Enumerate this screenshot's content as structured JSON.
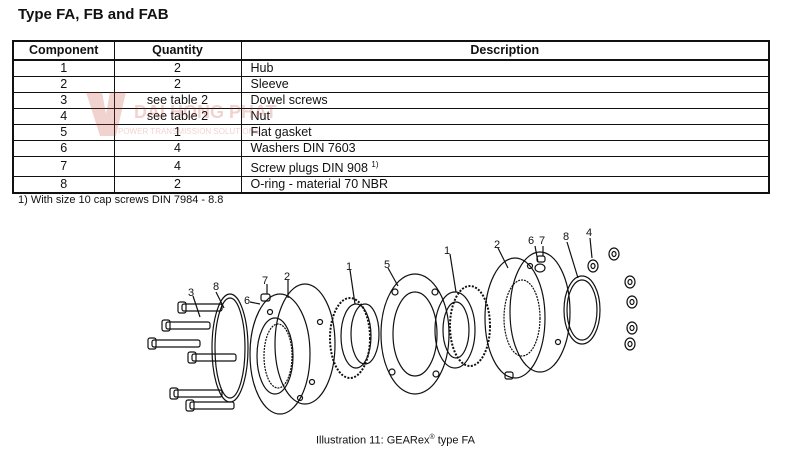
{
  "heading": "Type FA, FB and FAB",
  "table": {
    "headers": {
      "component": "Component",
      "quantity": "Quantity",
      "description": "Description"
    },
    "rows": [
      {
        "component": "1",
        "quantity": "2",
        "description": "Hub"
      },
      {
        "component": "2",
        "quantity": "2",
        "description": "Sleeve"
      },
      {
        "component": "3",
        "quantity": "see table 2",
        "description": "Dowel screws"
      },
      {
        "component": "4",
        "quantity": "see table 2",
        "description": "Nut"
      },
      {
        "component": "5",
        "quantity": "1",
        "description": "Flat gasket"
      },
      {
        "component": "6",
        "quantity": "4",
        "description": "Washers DIN 7603"
      },
      {
        "component": "7",
        "quantity": "4",
        "description": "Screw plugs DIN 908"
      },
      {
        "component": "8",
        "quantity": "2",
        "description": "O-ring - material 70 NBR"
      }
    ],
    "row7_sup": "1)"
  },
  "footnote": "1)   With size 10 cap screws DIN 7984 - 8.8",
  "drawing": {
    "labels": [
      "3",
      "8",
      "6",
      "7",
      "2",
      "1",
      "5",
      "1",
      "2",
      "6",
      "7",
      "8",
      "4"
    ]
  },
  "caption": {
    "prefix": "Illustration 11: GEARex",
    "reg": "®",
    "suffix": " type FA"
  },
  "watermark": {
    "name": "DAI HONG PHAT",
    "tagline": "POWER TRANSMISSION SOLUTIONS"
  },
  "colors": {
    "watermark": "#c0392b",
    "line": "#111111"
  }
}
